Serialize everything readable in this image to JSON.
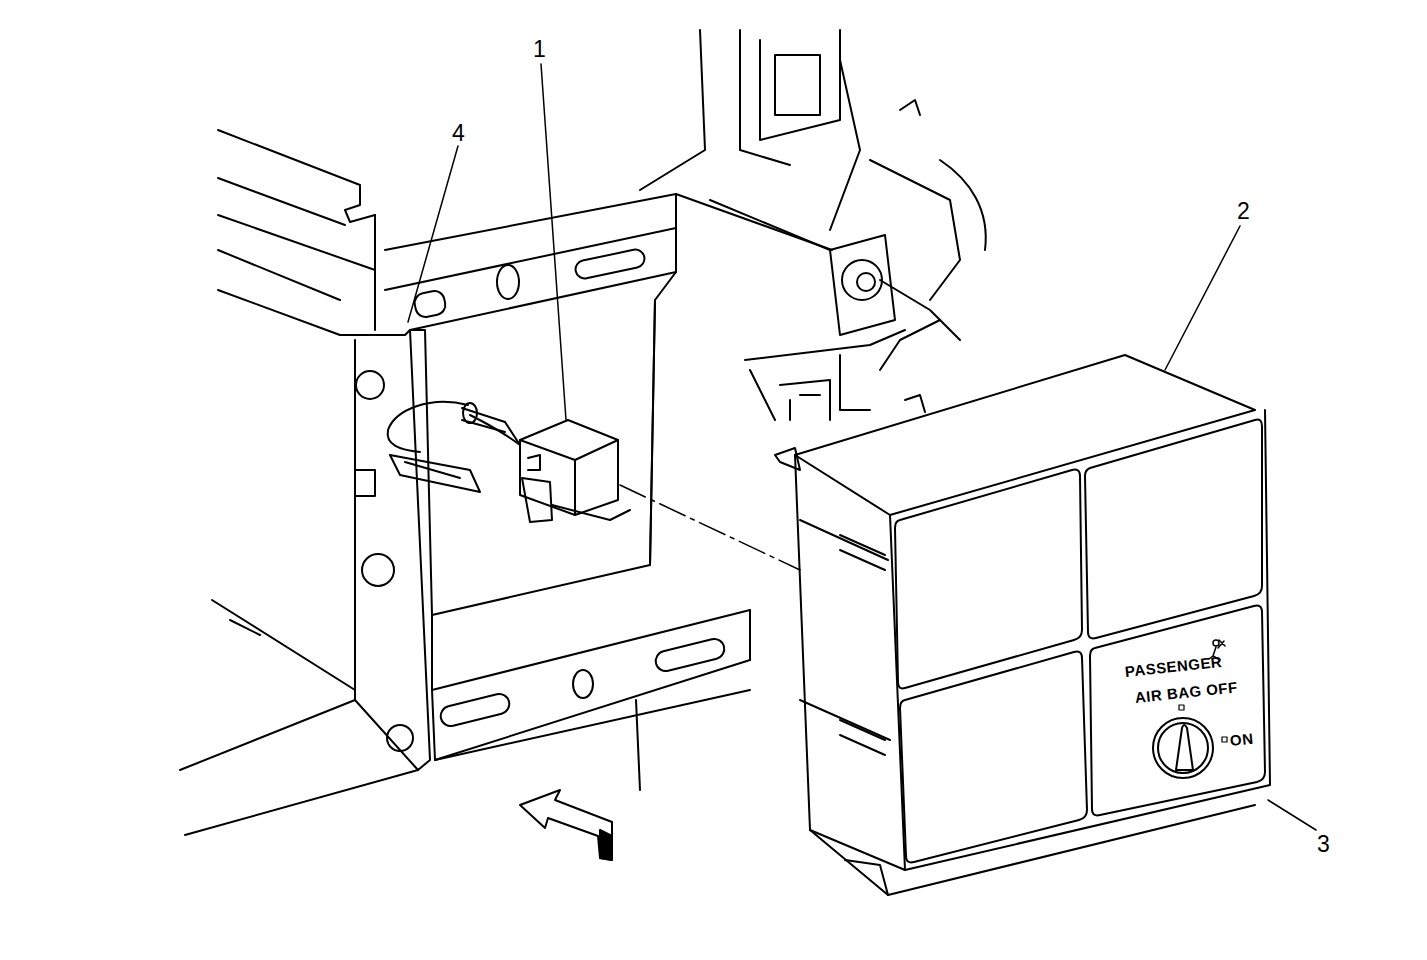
{
  "diagram": {
    "labels": [
      "1",
      "2",
      "3",
      "4",
      "PASSENGER",
      "AIR BAG OFF",
      "ON"
    ]
  }
}
